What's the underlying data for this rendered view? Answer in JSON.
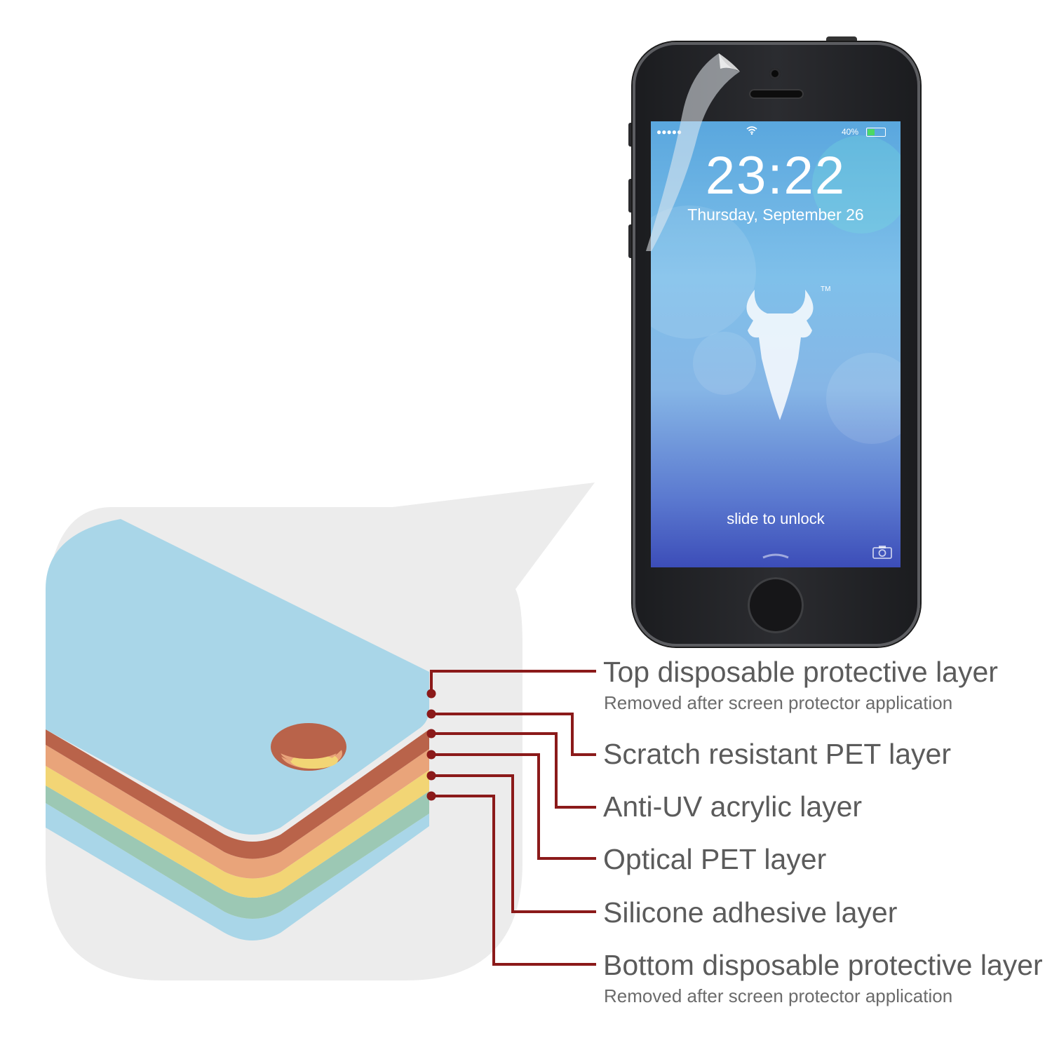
{
  "lockscreen": {
    "signal": "●●●●●",
    "battery_percent_text": "40%",
    "battery_level": 0.4,
    "time": "23:22",
    "date": "Thursday, September 26",
    "slide_text": "slide to unlock",
    "trademark": "TM"
  },
  "layers": [
    {
      "title": "Top disposable protective layer",
      "subtitle": "Removed after screen protector application"
    },
    {
      "title": "Scratch resistant PET layer",
      "subtitle": ""
    },
    {
      "title": "Anti-UV acrylic layer",
      "subtitle": ""
    },
    {
      "title": "Optical PET layer",
      "subtitle": ""
    },
    {
      "title": "Silicone adhesive layer",
      "subtitle": ""
    },
    {
      "title": "Bottom disposable protective layer",
      "subtitle": "Removed after screen protector application"
    }
  ],
  "colors": {
    "leader_line": "#8b1a1a",
    "layer_top": "#a9d6e8",
    "layer_brown": "#b9634a",
    "layer_orange": "#e9a47a",
    "layer_yellow": "#f2d575",
    "layer_green": "#9cc8b4",
    "layer_bottom": "#a9d6e8",
    "callout_bg": "#ececec"
  }
}
